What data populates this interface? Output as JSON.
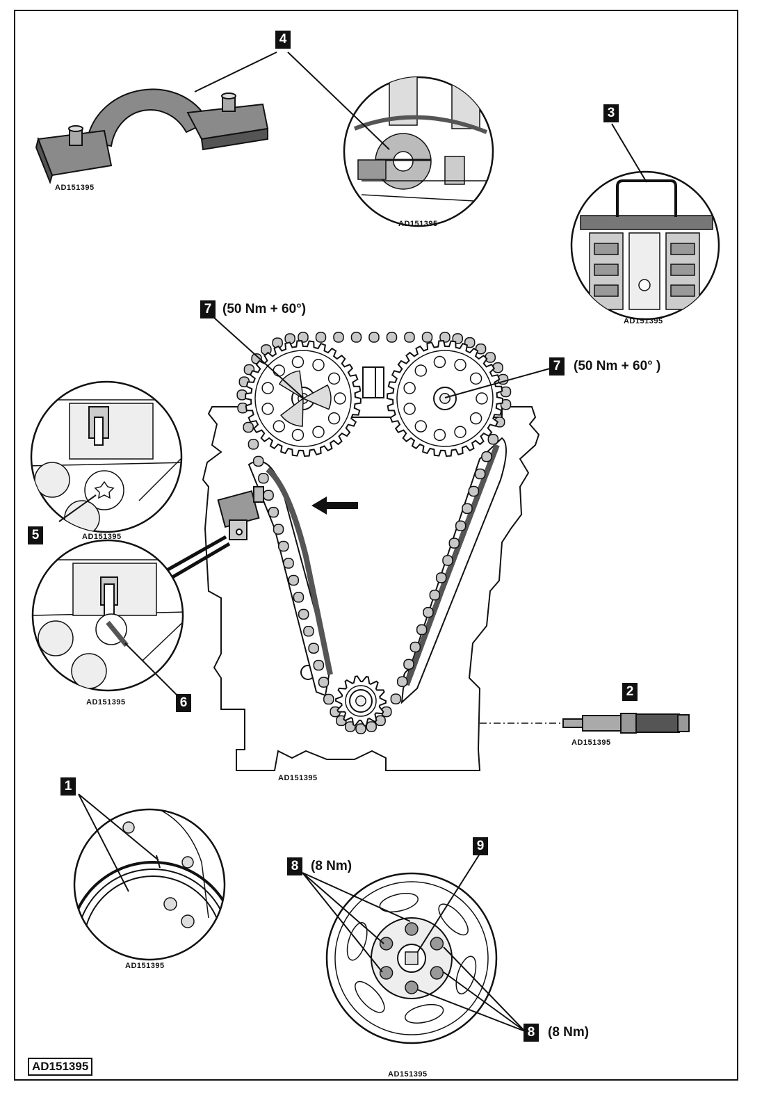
{
  "image_ref": "AD151395",
  "callouts": [
    {
      "number": "1"
    },
    {
      "number": "2"
    },
    {
      "number": "3"
    },
    {
      "number": "4"
    },
    {
      "number": "5"
    },
    {
      "number": "6"
    },
    {
      "number": "7",
      "torque": "(50 Nm + 60°)"
    },
    {
      "number": "7",
      "torque": "(50 Nm + 60° )"
    },
    {
      "number": "8",
      "torque": "(8 Nm)"
    },
    {
      "number": "8",
      "torque": "(8 Nm)"
    },
    {
      "number": "9"
    }
  ],
  "colors": {
    "line": "#111111",
    "fill_dark": "#555555",
    "fill_mid": "#8a8a8a",
    "fill_light": "#c8c8c8"
  }
}
